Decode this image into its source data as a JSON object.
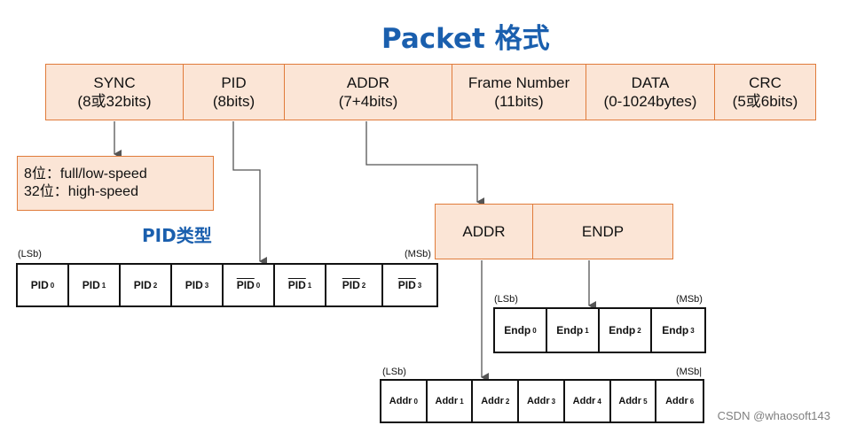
{
  "title": "Packet 格式",
  "packet_fields": [
    {
      "name": "SYNC",
      "size": "(8或32bits)"
    },
    {
      "name": "PID",
      "size": "(8bits)"
    },
    {
      "name": "ADDR",
      "size": "(7+4bits)"
    },
    {
      "name": "Frame Number",
      "size": "(11bits)"
    },
    {
      "name": "DATA",
      "size": "(0-1024bytes)"
    },
    {
      "name": "CRC",
      "size": "(5或6bits)"
    }
  ],
  "sync_note": {
    "line1": "8位：full/low-speed",
    "line2": "32位：high-speed"
  },
  "pid_type": {
    "title": "PID类型",
    "lsb": "(LSb)",
    "msb": "(MSb)",
    "cells": [
      {
        "label": "PID",
        "sub": "0",
        "overline": false
      },
      {
        "label": "PID",
        "sub": "1",
        "overline": false
      },
      {
        "label": "PID",
        "sub": "2",
        "overline": false
      },
      {
        "label": "PID",
        "sub": "3",
        "overline": false
      },
      {
        "label": "PID",
        "sub": "0",
        "overline": true
      },
      {
        "label": "PID",
        "sub": "1",
        "overline": true
      },
      {
        "label": "PID",
        "sub": "2",
        "overline": true
      },
      {
        "label": "PID",
        "sub": "3",
        "overline": true
      }
    ]
  },
  "addr_endp": {
    "addr": "ADDR",
    "endp": "ENDP"
  },
  "endp_bits": {
    "lsb": "(LSb)",
    "msb": "(MSb)",
    "cells": [
      {
        "label": "Endp",
        "sub": "0"
      },
      {
        "label": "Endp",
        "sub": "1"
      },
      {
        "label": "Endp",
        "sub": "2"
      },
      {
        "label": "Endp",
        "sub": "3"
      }
    ]
  },
  "addr_bits": {
    "lsb": "(LSb)",
    "msb": "(MSb|",
    "cells": [
      {
        "label": "Addr",
        "sub": "0"
      },
      {
        "label": "Addr",
        "sub": "1"
      },
      {
        "label": "Addr",
        "sub": "2"
      },
      {
        "label": "Addr",
        "sub": "3"
      },
      {
        "label": "Addr",
        "sub": "4"
      },
      {
        "label": "Addr",
        "sub": "5"
      },
      {
        "label": "Addr",
        "sub": "6"
      }
    ]
  },
  "watermark": "CSDN @whaosoft143",
  "colors": {
    "accent_blue": "#1a5fae",
    "box_fill": "#fbe5d6",
    "box_border": "#e07b3a",
    "line": "#555555"
  }
}
